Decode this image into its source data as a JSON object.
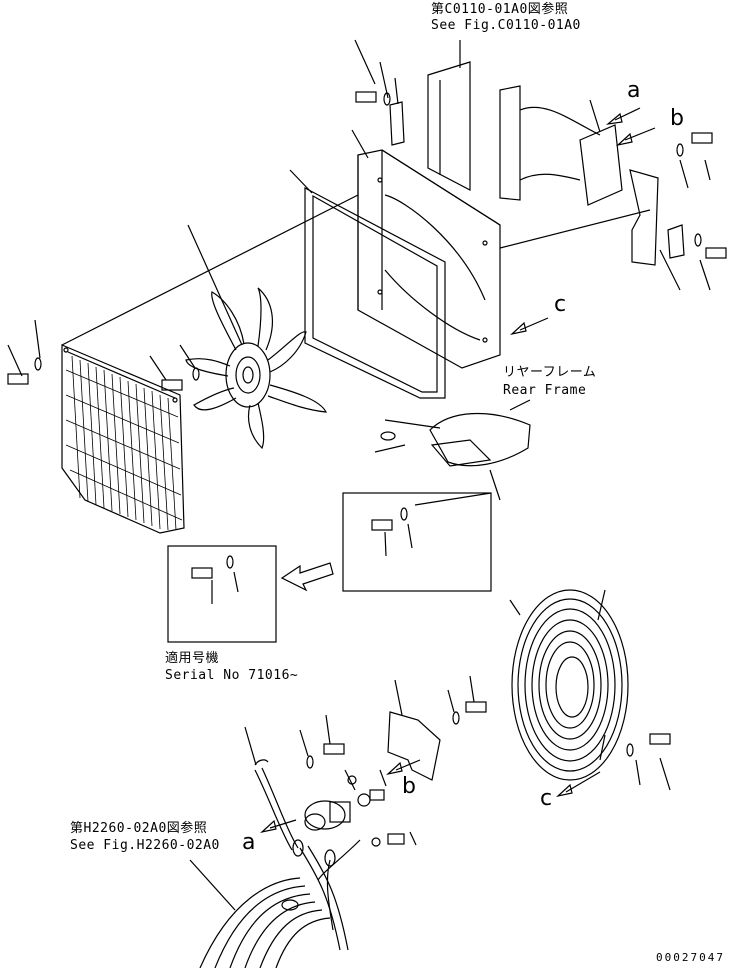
{
  "refs": {
    "top_ref_jp": "第C0110-01A0図参照",
    "top_ref_en": "See Fig.C0110-01A0",
    "bottom_ref_jp": "第H2260-02A0図参照",
    "bottom_ref_en": "See Fig.H2260-02A0"
  },
  "frame": {
    "jp": "リヤーフレーム",
    "en": "Rear Frame"
  },
  "serial": {
    "jp": "適用号機",
    "en": "Serial No 71016~"
  },
  "markers": {
    "a_upper": "a",
    "b_upper": "b",
    "c_upper": "c",
    "a_lower": "a",
    "b_lower": "b",
    "c_lower": "c"
  },
  "drawing_no": "00027047"
}
